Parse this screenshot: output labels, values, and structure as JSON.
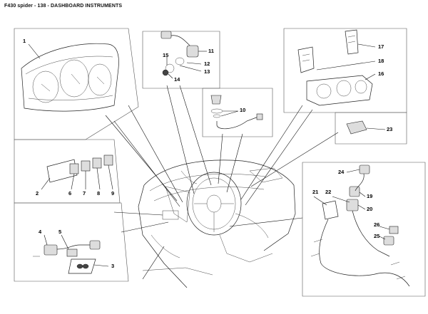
{
  "header": {
    "title": "F430 spider - 138 - DASHBOARD INSTRUMENTS"
  },
  "callouts": {
    "c1": "1",
    "c2": "2",
    "c3": "3",
    "c4": "4",
    "c5": "5",
    "c6": "6",
    "c7": "7",
    "c8": "8",
    "c9": "9",
    "c10": "10",
    "c11": "11",
    "c12": "12",
    "c13": "13",
    "c14": "14",
    "c15": "15",
    "c16": "16",
    "c17": "17",
    "c18": "18",
    "c19": "19",
    "c20": "20",
    "c21": "21",
    "c22": "22",
    "c23": "23",
    "c24": "24",
    "c25": "25",
    "c26": "26"
  }
}
